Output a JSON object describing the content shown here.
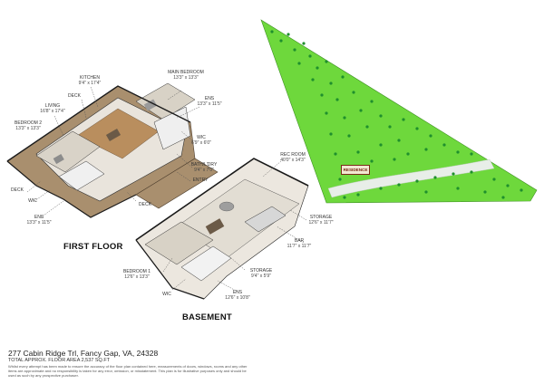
{
  "first_floor": {
    "title": "FIRST FLOOR",
    "rooms": [
      {
        "id": "kitchen",
        "name": "KITCHEN",
        "dim": "9'4\" x 17'4\""
      },
      {
        "id": "main-bedroom",
        "name": "MAIN BEDROOM",
        "dim": "13'3\" x 13'3\""
      },
      {
        "id": "deck-top",
        "name": "DECK",
        "dim": ""
      },
      {
        "id": "living",
        "name": "LIVING",
        "dim": "16'8\" x 17'4\""
      },
      {
        "id": "ens-main",
        "name": "ENS",
        "dim": "13'3\" x 11'5\""
      },
      {
        "id": "bedroom-2",
        "name": "BEDROOM 2",
        "dim": "13'3\" x 13'3\""
      },
      {
        "id": "wic-main",
        "name": "WIC",
        "dim": "6'9\" x 6'0\""
      },
      {
        "id": "bath-ldry",
        "name": "BATH/L'DRY",
        "dim": "9'4\" x 7'0\""
      },
      {
        "id": "entry",
        "name": "ENTRY",
        "dim": ""
      },
      {
        "id": "deck-left",
        "name": "DECK",
        "dim": ""
      },
      {
        "id": "wic-left",
        "name": "WIC",
        "dim": ""
      },
      {
        "id": "deck-bottom",
        "name": "DECK",
        "dim": ""
      },
      {
        "id": "ens-left",
        "name": "ENS",
        "dim": "13'3\" x 11'5\""
      }
    ]
  },
  "basement": {
    "title": "BASEMENT",
    "rooms": [
      {
        "id": "rec-room",
        "name": "REC ROOM",
        "dim": "40'0\" x 14'3\""
      },
      {
        "id": "storage-1",
        "name": "STORAGE",
        "dim": "12'6\" x 11'7\""
      },
      {
        "id": "bar",
        "name": "BAR",
        "dim": "11'7\" x 11'7\""
      },
      {
        "id": "bedroom-1",
        "name": "BEDROOM 1",
        "dim": "12'6\" x 13'3\""
      },
      {
        "id": "storage-2",
        "name": "STORAGE",
        "dim": "9'4\" x 5'9\""
      },
      {
        "id": "wic-base",
        "name": "WIC",
        "dim": ""
      },
      {
        "id": "ens-base",
        "name": "ENS",
        "dim": "12'6\" x 10'8\""
      }
    ]
  },
  "site_plan": {
    "residence_label": "RESIDENCE",
    "colors": {
      "lot": "#6ed83c",
      "trees": "#1f8f2d",
      "road": "#e8eee8",
      "residence": "#f3e9d2"
    }
  },
  "footer": {
    "address": "277 Cabin Ridge Trl, Fancy Gap, VA, 24328",
    "area": "TOTAL APPROX. FLOOR AREA 2,537 SQ.FT",
    "disclaimer": "Whilst every attempt has been made to ensure the accuracy of the floor plan contained here, measurements of doors, windows, rooms and any other items are approximate and no responsibility is taken for any error, omission, or misstatement. This plan is for illustrative purposes only and should be used as such by any prospective purchaser."
  }
}
